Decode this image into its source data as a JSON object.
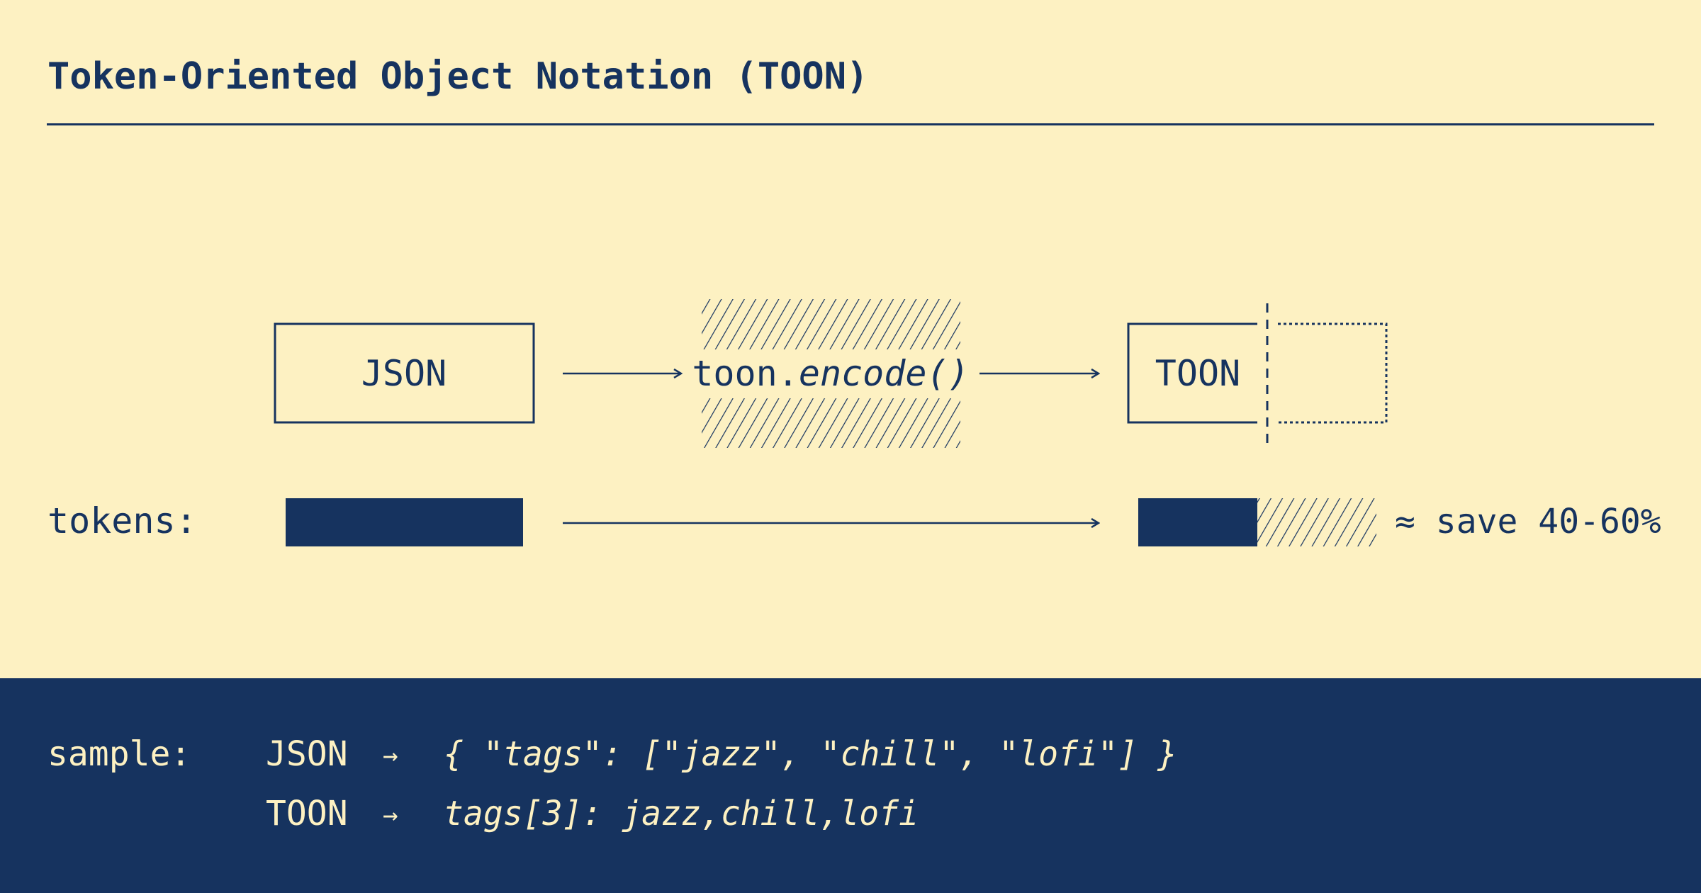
{
  "title": "Token-Oriented Object Notation (TOON)",
  "colors": {
    "background": "#fdf1c2",
    "ink": "#16335f",
    "band": "#16335f",
    "band_text": "#fdf1c2"
  },
  "flow": {
    "input_label": "JSON",
    "encoder_prefix": "toon.",
    "encoder_call": "encode()",
    "output_label": "TOON"
  },
  "tokens": {
    "label": "tokens:",
    "savings_label": "≈ save 40-60%",
    "toon_fill_fraction": 0.5
  },
  "sample": {
    "label": "sample:",
    "arrow": "→",
    "rows": [
      {
        "format": "JSON",
        "code": "{ \"tags\": [\"jazz\", \"chill\", \"lofi\"] }"
      },
      {
        "format": "TOON",
        "code": "tags[3]: jazz,chill,lofi"
      }
    ]
  }
}
